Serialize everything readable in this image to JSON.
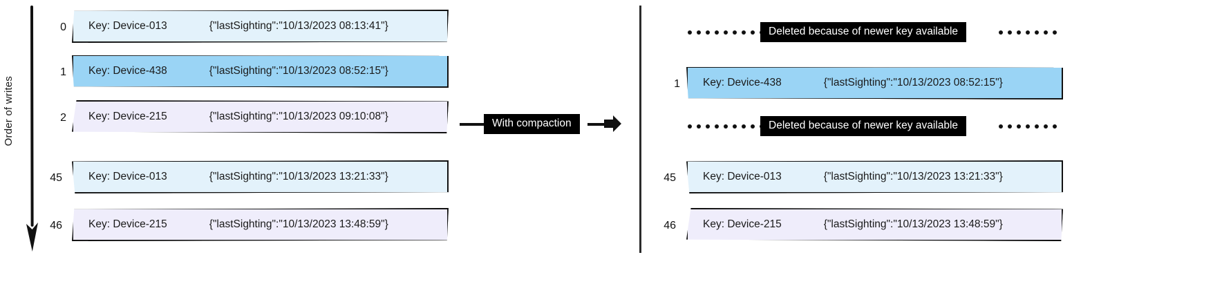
{
  "diagram": {
    "axis_label": "Order of writes",
    "transition_label": "With compaction",
    "deleted_label": "Deleted because of newer key available",
    "colors": {
      "highlight_blue": "#9ad4f5",
      "light_blue": "#e3f2fb",
      "lavender": "#efedfb",
      "stroke": "#111111",
      "callout_bg": "#000000",
      "callout_fg": "#ffffff"
    }
  },
  "left_panel": {
    "rows": [
      {
        "index": "0",
        "key": "Key: Device-013",
        "value": "{\"lastSighting\":\"10/13/2023 08:13:41\"}",
        "fill": "light_blue"
      },
      {
        "index": "1",
        "key": "Key: Device-438",
        "value": "{\"lastSighting\":\"10/13/2023 08:52:15\"}",
        "fill": "highlight_blue"
      },
      {
        "index": "2",
        "key": "Key: Device-215",
        "value": "{\"lastSighting\":\"10/13/2023 09:10:08\"}",
        "fill": "lavender"
      },
      {
        "index": "45",
        "key": "Key: Device-013",
        "value": "{\"lastSighting\":\"10/13/2023 13:21:33\"}",
        "fill": "light_blue"
      },
      {
        "index": "46",
        "key": "Key: Device-215",
        "value": "{\"lastSighting\":\"10/13/2023 13:48:59\"}",
        "fill": "lavender"
      }
    ]
  },
  "right_panel": {
    "entries": [
      {
        "kind": "deleted",
        "label": "Deleted because of newer key available"
      },
      {
        "kind": "record",
        "index": "1",
        "key": "Key: Device-438",
        "value": "{\"lastSighting\":\"10/13/2023 08:52:15\"}",
        "fill": "highlight_blue"
      },
      {
        "kind": "deleted",
        "label": "Deleted because of newer key available"
      },
      {
        "kind": "record",
        "index": "45",
        "key": "Key: Device-013",
        "value": "{\"lastSighting\":\"10/13/2023 13:21:33\"}",
        "fill": "light_blue"
      },
      {
        "kind": "record",
        "index": "46",
        "key": "Key: Device-215",
        "value": "{\"lastSighting\":\"10/13/2023 13:48:59\"}",
        "fill": "lavender"
      }
    ]
  }
}
